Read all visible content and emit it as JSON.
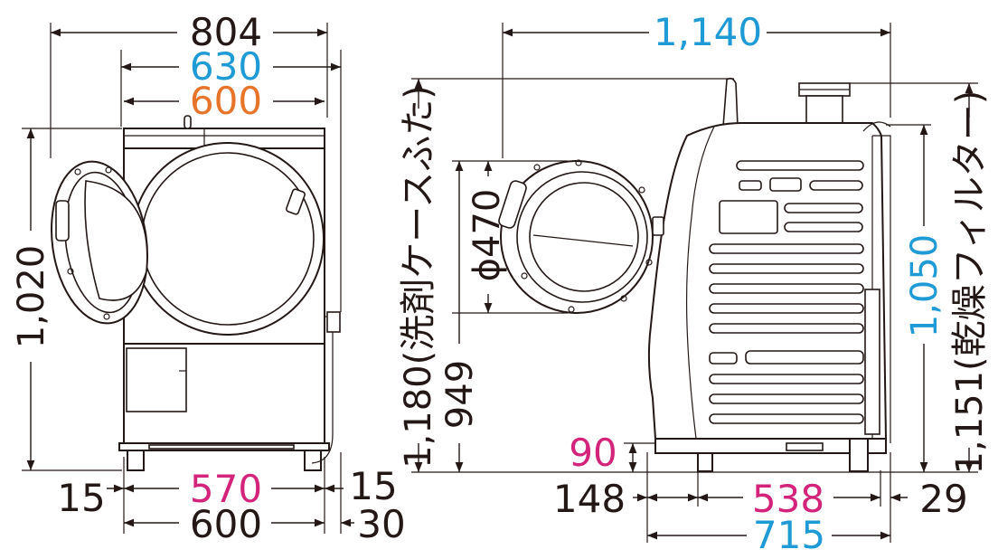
{
  "colors": {
    "black": "#231815",
    "blue": "#1e9ad6",
    "orange": "#e8742a",
    "magenta": "#d4237a"
  },
  "front_view": {
    "width_total": "804",
    "width_body": "630",
    "width_top": "600",
    "height": "1,020",
    "foot_left": "15",
    "foot_span": "570",
    "foot_right": "15",
    "base_width": "600",
    "hose_offset": "30"
  },
  "side_view": {
    "depth_total": "1,140",
    "door_diameter": "ϕ470",
    "height_lid": "1,180(洗剤ケースふた)",
    "door_height": "949",
    "clearance": "90",
    "height_body": "1,050",
    "height_filter": "1,151(乾燥フィルター)",
    "front_offset": "148",
    "foot_span": "538",
    "rear_offset": "29",
    "depth_body": "715"
  }
}
